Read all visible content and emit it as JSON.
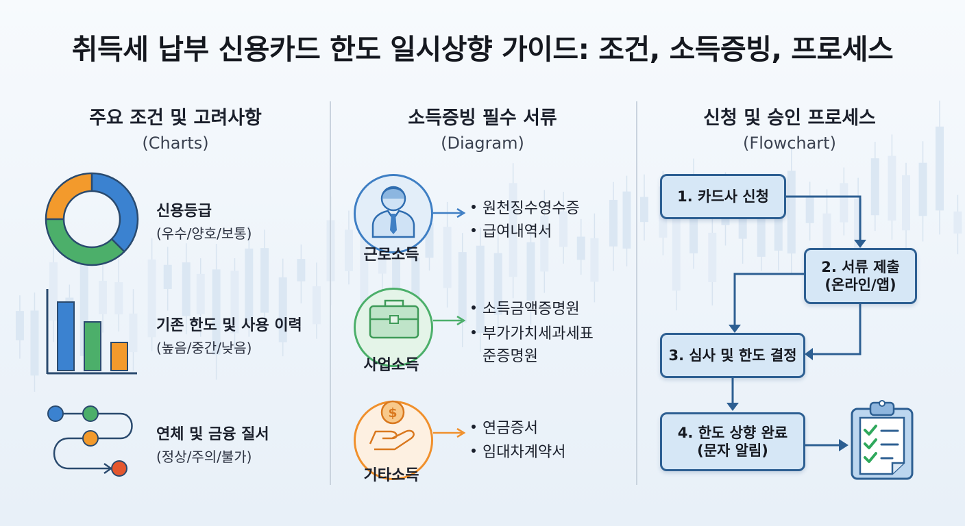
{
  "title": "취득세 납부 신용카드 한도 일시상향 가이드: 조건, 소득증빙, 프로세스",
  "columns": [
    {
      "heading": "주요 조건 및 고려사항",
      "subheading": "(Charts)",
      "items": [
        {
          "icon": "donut-chart-icon",
          "title": "신용등급",
          "sub": "(우수/양호/보통)"
        },
        {
          "icon": "bar-chart-icon",
          "title": "기존 한도 및 사용 이력",
          "sub": "(높음/중간/낮음)"
        },
        {
          "icon": "path-flow-icon",
          "title": "연체 및 금융 질서",
          "sub": "(정상/주의/불가)"
        }
      ]
    },
    {
      "heading": "소득증빙 필수 서류",
      "subheading": "(Diagram)",
      "groups": [
        {
          "icon": "employee-icon",
          "label": "근로소득",
          "color": "#3f7fc4",
          "docs": [
            "원천징수영수증",
            "급여내역서"
          ]
        },
        {
          "icon": "briefcase-icon",
          "label": "사업소득",
          "color": "#4caf6a",
          "docs": [
            "소득금액증명원",
            "부가가치세과세표",
            "준증명원"
          ]
        },
        {
          "icon": "money-hand-icon",
          "label": "기타소득",
          "color": "#f0902c",
          "docs": [
            "연금증서",
            "임대차계약서"
          ]
        }
      ]
    },
    {
      "heading": "신청 및 승인 프로세스",
      "subheading": "(Flowchart)",
      "steps": [
        {
          "line1": "1. 카드사 신청",
          "line2": ""
        },
        {
          "line1": "2. 서류 제출",
          "line2": "(온라인/앱)"
        },
        {
          "line1": "3. 심사 및 한도 결정",
          "line2": ""
        },
        {
          "line1": "4. 한도 상향 완료",
          "line2": "(문자 알림)"
        }
      ],
      "end_icon": "checklist-clipboard-icon"
    }
  ],
  "colors": {
    "blue": "#3b82d0",
    "green": "#4caf6a",
    "orange": "#f39a2c",
    "red": "#e4572e",
    "flow_border": "#2d5f92",
    "flow_fill": "#d6e7f6"
  }
}
